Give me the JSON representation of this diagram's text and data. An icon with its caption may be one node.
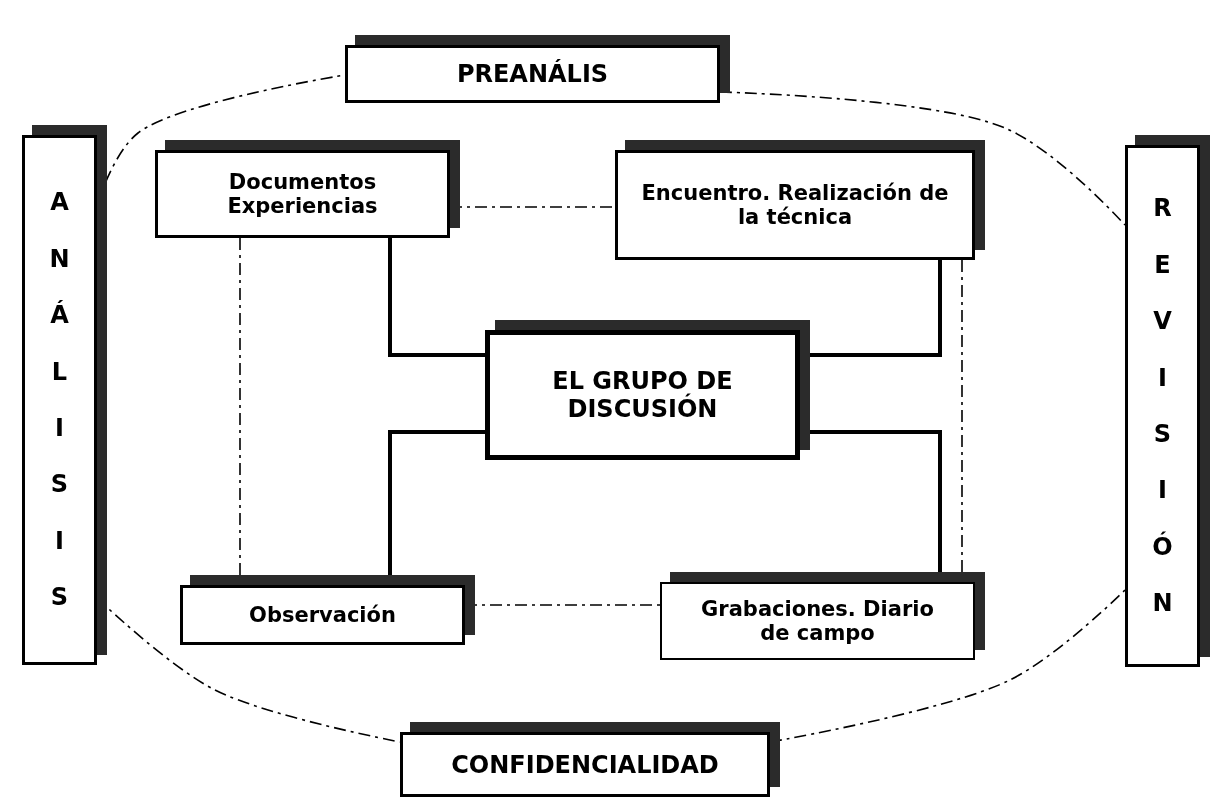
{
  "diagram": {
    "nodes": [
      {
        "text": [
          "PREANÁLIS"
        ]
      },
      {
        "text": [
          "ANÁLISIS"
        ]
      },
      {
        "text": [
          "Documentos Experiencias"
        ]
      },
      {
        "text": [
          "Encuentro. Realización de la técnica"
        ]
      },
      {
        "text": [
          "REVISIÓN"
        ]
      },
      {
        "text": [
          "EL GRUPO DE DISCUSIÓN"
        ]
      },
      {
        "text": [
          "Observación"
        ]
      },
      {
        "text": [
          "Grabaciones. Diario de campo"
        ]
      },
      {
        "text": [
          "CONFIDENCIALIDAD"
        ]
      }
    ],
    "edges": [
      {
        "from": 5,
        "to": 2,
        "arrow": "none",
        "style": "thick"
      },
      {
        "from": 5,
        "to": 3,
        "arrow": "none",
        "style": "thick"
      },
      {
        "from": 5,
        "to": 6,
        "arrow": "none",
        "style": "thick"
      },
      {
        "from": 5,
        "to": 7,
        "arrow": "none",
        "style": "thick"
      },
      {
        "from": 2,
        "to": 3,
        "arrow": "none",
        "style": "dashed"
      },
      {
        "from": 2,
        "to": 6,
        "arrow": "none",
        "style": "dashed"
      },
      {
        "from": 3,
        "to": 7,
        "arrow": "none",
        "style": "dashed"
      },
      {
        "from": 6,
        "to": 7,
        "arrow": "none",
        "style": "dashed"
      },
      {
        "from": 1,
        "to": 0,
        "arrow": "none",
        "style": "dashed"
      },
      {
        "from": 0,
        "to": 4,
        "arrow": "none",
        "style": "dashed"
      },
      {
        "from": 1,
        "to": 8,
        "arrow": "none",
        "style": "dashed"
      },
      {
        "from": 8,
        "to": 4,
        "arrow": "none",
        "style": "dashed"
      }
    ]
  }
}
